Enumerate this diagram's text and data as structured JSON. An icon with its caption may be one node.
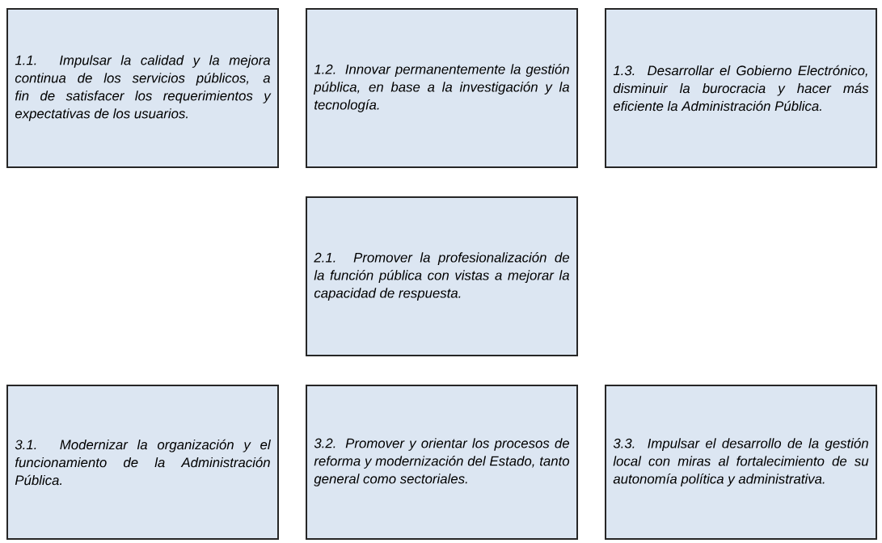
{
  "diagram": {
    "nodes": [
      {
        "text": [
          "1.1. Impulsar la calidad y la mejora continua de los servicios públicos, a fin de satisfacer los requerimientos y expectativas de los usuarios."
        ]
      },
      {
        "text": [
          "1.2. Innovar permanentemente la gestión pública, en base a la investigación y la tecnología."
        ]
      },
      {
        "text": [
          "1.3. Desarrollar el Gobierno Electrónico, disminuir la burocracia y hacer más eficiente la Administración Pública."
        ]
      },
      {
        "text": [
          "2.1. Promover la profesionalización de la función pública con vistas a mejorar la capacidad de respuesta."
        ]
      },
      {
        "text": [
          "3.1. Modernizar la organización y el funcionamiento de la Administración Pública."
        ]
      },
      {
        "text": [
          "3.2. Promover y orientar los procesos de reforma y modernización del Estado, tanto general como sectoriales."
        ]
      },
      {
        "text": [
          "3.3. Impulsar el desarrollo de la gestión local con miras al fortalecimiento de su autonomía política y administrativa."
        ]
      }
    ]
  }
}
